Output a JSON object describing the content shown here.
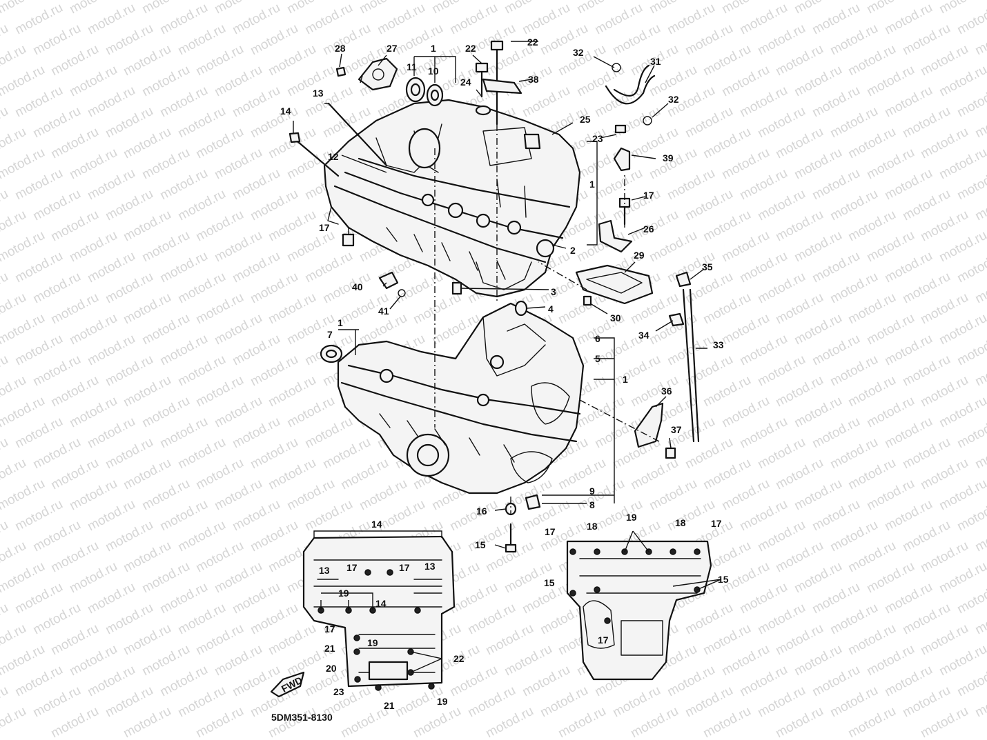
{
  "watermark": "motod.ru",
  "diagram_code": "5DM351-8130",
  "fwd_label": "FWD",
  "callouts": [
    {
      "id": "c1a",
      "text": "1"
    },
    {
      "id": "c1b",
      "text": "1"
    },
    {
      "id": "c1c",
      "text": "1"
    },
    {
      "id": "c1d",
      "text": "1"
    },
    {
      "id": "c2",
      "text": "2"
    },
    {
      "id": "c3",
      "text": "3"
    },
    {
      "id": "c4",
      "text": "4"
    },
    {
      "id": "c5",
      "text": "5"
    },
    {
      "id": "c6",
      "text": "6"
    },
    {
      "id": "c7",
      "text": "7"
    },
    {
      "id": "c8",
      "text": "8"
    },
    {
      "id": "c9",
      "text": "9"
    },
    {
      "id": "c10",
      "text": "10"
    },
    {
      "id": "c11",
      "text": "11"
    },
    {
      "id": "c12",
      "text": "12"
    },
    {
      "id": "c13",
      "text": "13"
    },
    {
      "id": "c14",
      "text": "14"
    },
    {
      "id": "c15a",
      "text": "15"
    },
    {
      "id": "c16",
      "text": "16"
    },
    {
      "id": "c17a",
      "text": "17"
    },
    {
      "id": "c17b",
      "text": "17"
    },
    {
      "id": "c22a",
      "text": "22"
    },
    {
      "id": "c22b",
      "text": "22"
    },
    {
      "id": "c23a",
      "text": "23"
    },
    {
      "id": "c24",
      "text": "24"
    },
    {
      "id": "c25",
      "text": "25"
    },
    {
      "id": "c26",
      "text": "26"
    },
    {
      "id": "c27",
      "text": "27"
    },
    {
      "id": "c28",
      "text": "28"
    },
    {
      "id": "c29",
      "text": "29"
    },
    {
      "id": "c30",
      "text": "30"
    },
    {
      "id": "c31",
      "text": "31"
    },
    {
      "id": "c32a",
      "text": "32"
    },
    {
      "id": "c32b",
      "text": "32"
    },
    {
      "id": "c33",
      "text": "33"
    },
    {
      "id": "c34",
      "text": "34"
    },
    {
      "id": "c35",
      "text": "35"
    },
    {
      "id": "c36",
      "text": "36"
    },
    {
      "id": "c37",
      "text": "37"
    },
    {
      "id": "c38",
      "text": "38"
    },
    {
      "id": "c39",
      "text": "39"
    },
    {
      "id": "c40",
      "text": "40"
    },
    {
      "id": "c41",
      "text": "41"
    },
    {
      "id": "l14a",
      "text": "14"
    },
    {
      "id": "l13a",
      "text": "13"
    },
    {
      "id": "l17a",
      "text": "17"
    },
    {
      "id": "l17b",
      "text": "17"
    },
    {
      "id": "l13b",
      "text": "13"
    },
    {
      "id": "l19a",
      "text": "19"
    },
    {
      "id": "l14b",
      "text": "14"
    },
    {
      "id": "l17c",
      "text": "17"
    },
    {
      "id": "l19b",
      "text": "19"
    },
    {
      "id": "l21a",
      "text": "21"
    },
    {
      "id": "l22",
      "text": "22"
    },
    {
      "id": "l20",
      "text": "20"
    },
    {
      "id": "l23",
      "text": "23"
    },
    {
      "id": "l21b",
      "text": "21"
    },
    {
      "id": "l19c",
      "text": "19"
    },
    {
      "id": "r17a",
      "text": "17"
    },
    {
      "id": "r18a",
      "text": "18"
    },
    {
      "id": "r19",
      "text": "19"
    },
    {
      "id": "r18b",
      "text": "18"
    },
    {
      "id": "r17b",
      "text": "17"
    },
    {
      "id": "r15a",
      "text": "15"
    },
    {
      "id": "r15b",
      "text": "15"
    },
    {
      "id": "r17c",
      "text": "17"
    }
  ]
}
